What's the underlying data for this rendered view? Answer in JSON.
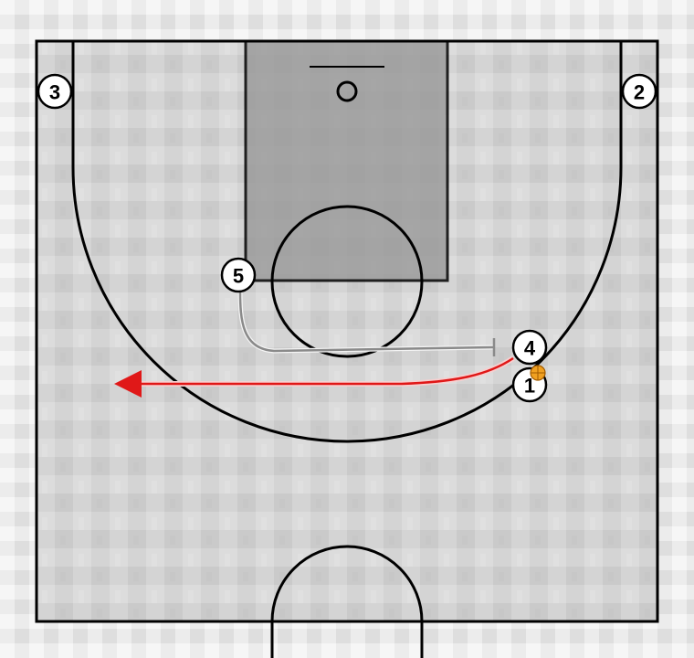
{
  "diagram": {
    "colors": {
      "court_floor": "#d2d2d2",
      "paint": "#9a9a9a",
      "lines": "#000000",
      "cut_path": "#8a8a8a",
      "dribble_path": "#e01818",
      "ball": "#f0a020"
    },
    "players": [
      {
        "id": "p1",
        "label": "1",
        "has_ball": true
      },
      {
        "id": "p2",
        "label": "2"
      },
      {
        "id": "p3",
        "label": "3"
      },
      {
        "id": "p4",
        "label": "4"
      },
      {
        "id": "p5",
        "label": "5"
      }
    ],
    "actions": [
      {
        "type": "screen",
        "player": "5",
        "color": "gray"
      },
      {
        "type": "dribble",
        "player": "1",
        "color": "red",
        "direction": "left"
      }
    ]
  }
}
